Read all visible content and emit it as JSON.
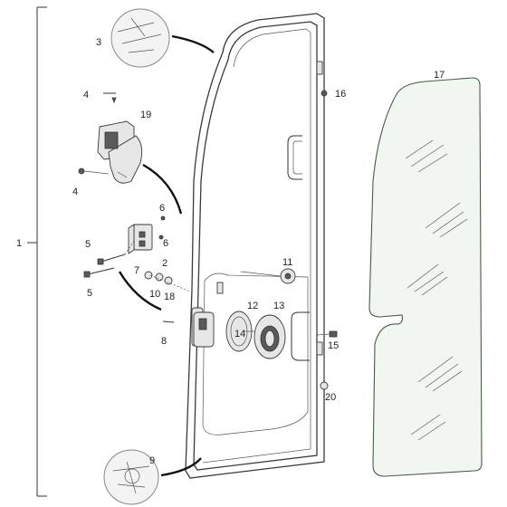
{
  "callouts": {
    "c1": "1",
    "c2": "2",
    "c3": "3",
    "c4a": "4",
    "c4b": "4",
    "c5a": "5",
    "c5b": "5",
    "c6a": "6",
    "c6b": "6",
    "c7": "7",
    "c8": "8",
    "c9": "9",
    "c10": "10",
    "c11": "11",
    "c12": "12",
    "c13": "13",
    "c14": "14",
    "c15": "15",
    "c16": "16",
    "c17": "17",
    "c18": "18",
    "c19": "19",
    "c20": "20"
  },
  "colors": {
    "glass_fill": "#f0f7f0",
    "line": "#333333"
  }
}
